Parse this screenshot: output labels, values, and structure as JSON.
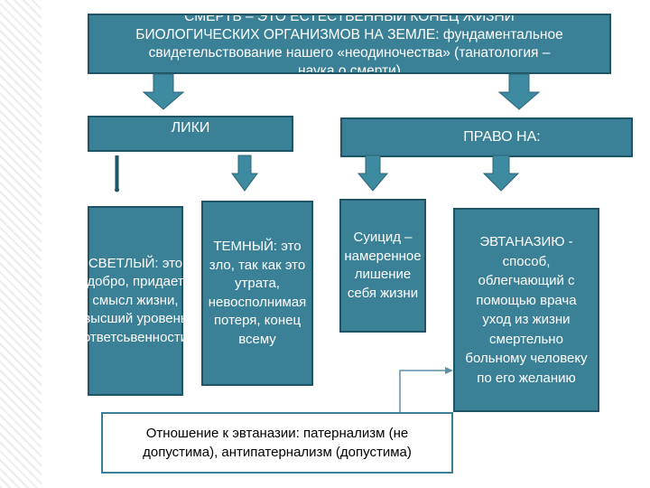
{
  "colors": {
    "box_fill": "#3a8096",
    "box_border": "#1e5566",
    "arrow_fill": "#3d8aa1",
    "light_border": "#3a8096"
  },
  "top_box": {
    "line1": "СМЕРТЬ – ЭТО ЕСТЕСТВЕННЫЙ КОНЕЦ ЖИЗНИ",
    "line2": "БИОЛОГИЧЕСКИХ ОРГАНИЗМОВ НА ЗЕМЛЕ: фундаментальное",
    "line3": "свидетельствование нашего «неодиночества» (танатология –",
    "line4": "наука о смерти)"
  },
  "liki": {
    "label": "ЛИКИ"
  },
  "pravo": {
    "label": "ПРАВО НА:"
  },
  "light_box": {
    "text": "СВЕТЛЫЙ: это добро, придает смысл жизни, высший уровень ответсьвенности"
  },
  "dark_box": {
    "text": "ТЕМНЫЙ: это зло, так как это утрата, невосполнимая потеря, конец всему"
  },
  "suicide_box": {
    "text": "Суицид – намеренное лишение себя жизни"
  },
  "euthanasia_box": {
    "text": "ЭВТАНАЗИЮ - способ, облегчающий с помощью врача уход из жизни смертельно больному человеку по его желанию"
  },
  "attitude_box": {
    "text": "Отношение к эвтаназии: патернализм (не допустима), антипатернализм (допустима)"
  }
}
